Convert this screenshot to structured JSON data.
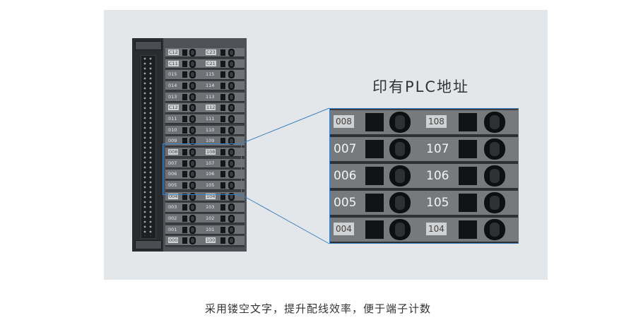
{
  "module": {
    "left_labels": [
      "C12",
      "C11",
      "015",
      "014",
      "013",
      "C12",
      "011",
      "010",
      "009",
      "008",
      "007",
      "006",
      "005",
      "004",
      "003",
      "002",
      "001",
      "000"
    ],
    "right_labels": [
      "C23",
      "C21",
      "115",
      "114",
      "113",
      "112",
      "111",
      "110",
      "109",
      "108",
      "107",
      "106",
      "105",
      "104",
      "103",
      "102",
      "101",
      "100"
    ],
    "boxed_rows": [
      0,
      1,
      5,
      9,
      13,
      17
    ]
  },
  "callout": {
    "title": "印有PLC地址",
    "rows": [
      {
        "left": "008",
        "right": "108",
        "boxed": true
      },
      {
        "left": "007",
        "right": "107",
        "boxed": false
      },
      {
        "left": "006",
        "right": "106",
        "boxed": false
      },
      {
        "left": "005",
        "right": "105",
        "boxed": false
      },
      {
        "left": "004",
        "right": "104",
        "boxed": true
      }
    ]
  },
  "caption": "采用镂空文字，提升配线效率，便于端子计数",
  "colors": {
    "accent": "#3b82c4",
    "panel": "#e4e7ea"
  }
}
